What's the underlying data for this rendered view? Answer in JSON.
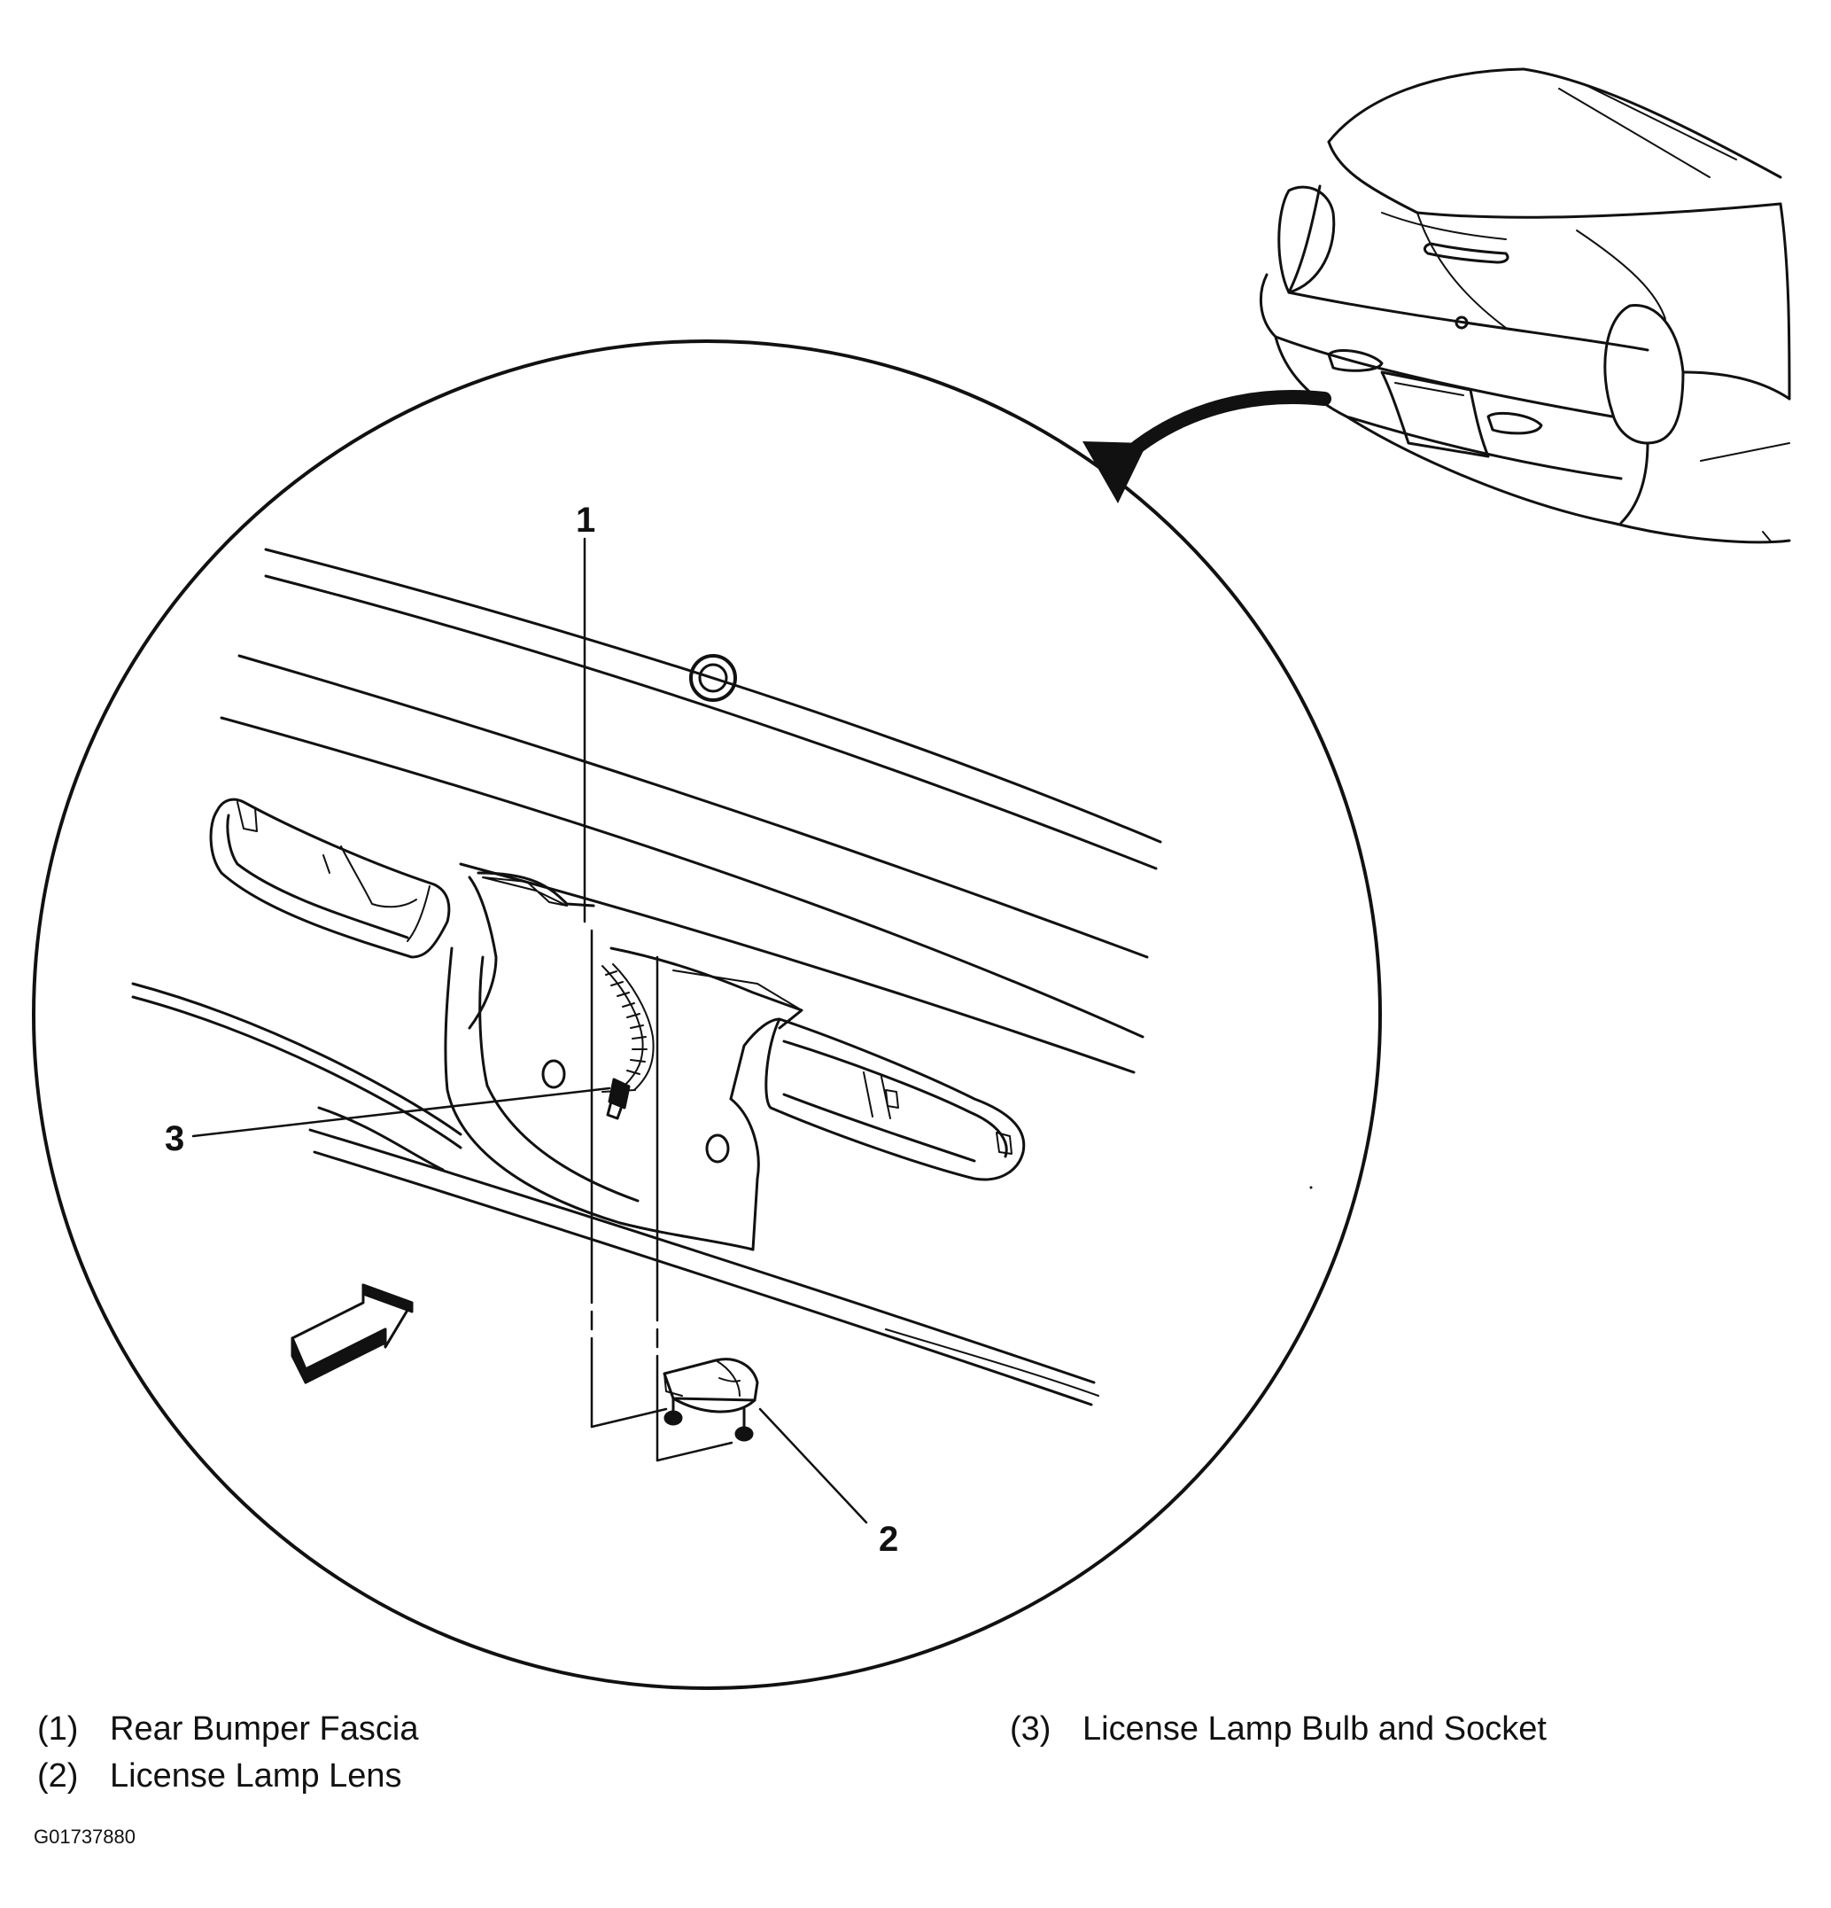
{
  "callouts": [
    {
      "id": "1",
      "label": "1"
    },
    {
      "id": "2",
      "label": "2"
    },
    {
      "id": "3",
      "label": "3"
    }
  ],
  "legend": [
    {
      "num": "(1)",
      "text": "Rear Bumper Fascia"
    },
    {
      "num": "(2)",
      "text": "License Lamp Lens"
    },
    {
      "num": "(3)",
      "text": "License Lamp Bulb and Socket"
    }
  ],
  "figure_id": "G01737880",
  "icons": [
    "car-rear-overview",
    "curved-arrow-icon",
    "forward-arrow-icon",
    "license-lamp-lens-icon",
    "bulb-socket-icon"
  ],
  "colors": {
    "line": "#111111",
    "background": "#ffffff"
  }
}
